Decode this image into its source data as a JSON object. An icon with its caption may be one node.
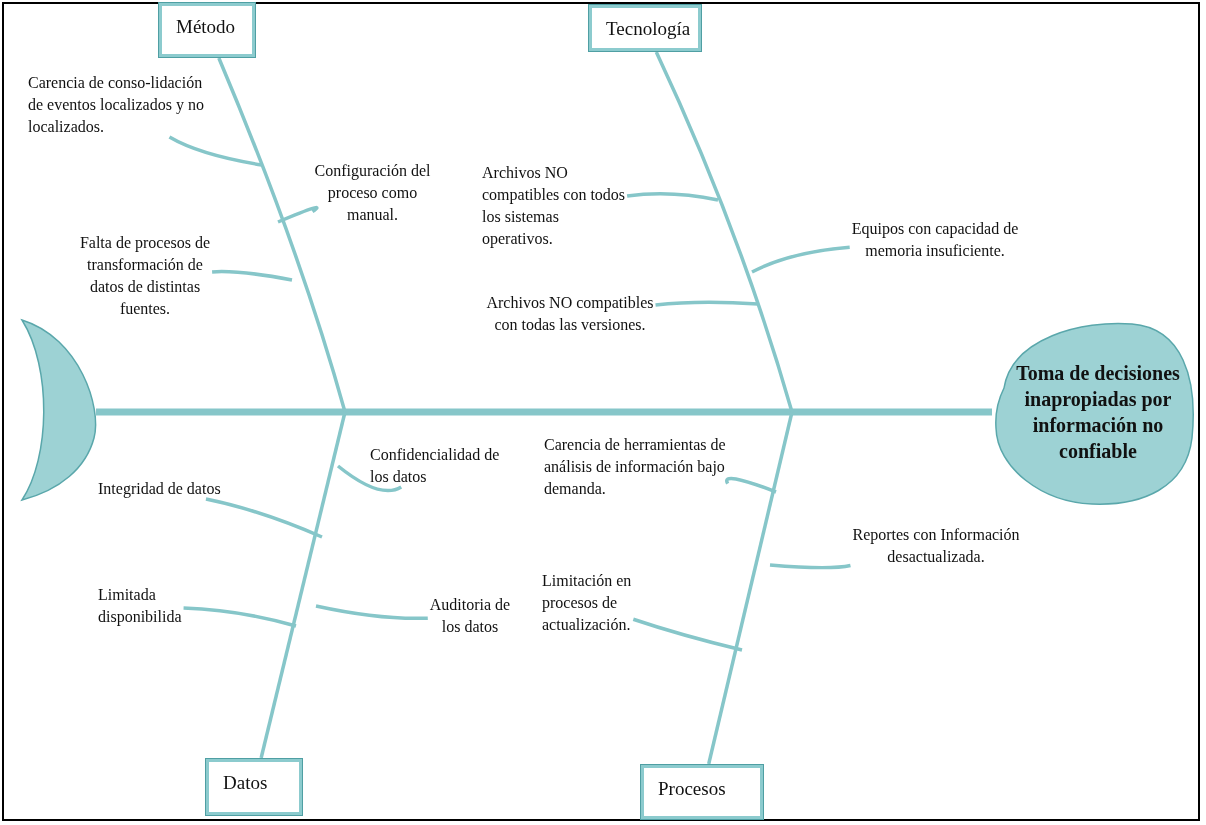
{
  "diagram": {
    "nodes": [
      {
        "text": [
          "Método"
        ]
      },
      {
        "text": [
          "Tecnología"
        ]
      },
      {
        "text": [
          "Carencia de conso-lidación de eventos localizados y no localizados."
        ]
      },
      {
        "text": [
          "Configuración del proceso como manual."
        ]
      },
      {
        "text": [
          "Archivos NO compatibles con todos los sistemas operativos."
        ]
      },
      {
        "text": [
          "Falta de procesos de transformación de datos de distintas fuentes."
        ]
      },
      {
        "text": [
          "Equipos con capacidad de memoria insuficiente."
        ]
      },
      {
        "text": [
          "Archivos NO compatibles con todas las versiones."
        ]
      },
      {
        "text": [],
        "shape": "crescent"
      },
      {
        "text": [
          "Toma de decisiones inapropiadas por información no confiable"
        ]
      },
      {
        "text": [
          "Confidencialidad de los datos"
        ]
      },
      {
        "text": [
          "Integridad de datos"
        ]
      },
      {
        "text": [
          "Carencia de herramientas de análisis de información bajo demanda."
        ]
      },
      {
        "text": [
          "Reportes con Información desactualizada."
        ]
      },
      {
        "text": [
          "Limitada disponibilida"
        ]
      },
      {
        "text": [
          "Auditoria de los datos"
        ]
      },
      {
        "text": [
          "Limitación en procesos de actualización."
        ]
      },
      {
        "text": [
          "Datos"
        ]
      },
      {
        "text": [
          "Procesos"
        ]
      }
    ],
    "edges": [
      {
        "from": 8,
        "to": 9,
        "arrow": "none",
        "style": "thick"
      },
      {
        "from": 0,
        "to": null,
        "arrow": "none"
      },
      {
        "from": 1,
        "to": null,
        "arrow": "none"
      },
      {
        "from": 17,
        "to": null,
        "arrow": "none"
      },
      {
        "from": 18,
        "to": null,
        "arrow": "none"
      },
      {
        "from": 2,
        "to": null,
        "arrow": "none"
      },
      {
        "from": 3,
        "to": null,
        "arrow": "none"
      },
      {
        "from": 4,
        "to": null,
        "arrow": "none"
      },
      {
        "from": 5,
        "to": null,
        "arrow": "none"
      },
      {
        "from": 6,
        "to": null,
        "arrow": "none"
      },
      {
        "from": 7,
        "to": null,
        "arrow": "none"
      },
      {
        "from": 10,
        "to": null,
        "arrow": "none"
      },
      {
        "from": 11,
        "to": null,
        "arrow": "none"
      },
      {
        "from": 12,
        "to": null,
        "arrow": "none"
      },
      {
        "from": 13,
        "to": null,
        "arrow": "none"
      },
      {
        "from": 14,
        "to": null,
        "arrow": "none"
      },
      {
        "from": 15,
        "to": null,
        "arrow": "none"
      },
      {
        "from": 16,
        "to": null,
        "arrow": "none"
      }
    ]
  }
}
